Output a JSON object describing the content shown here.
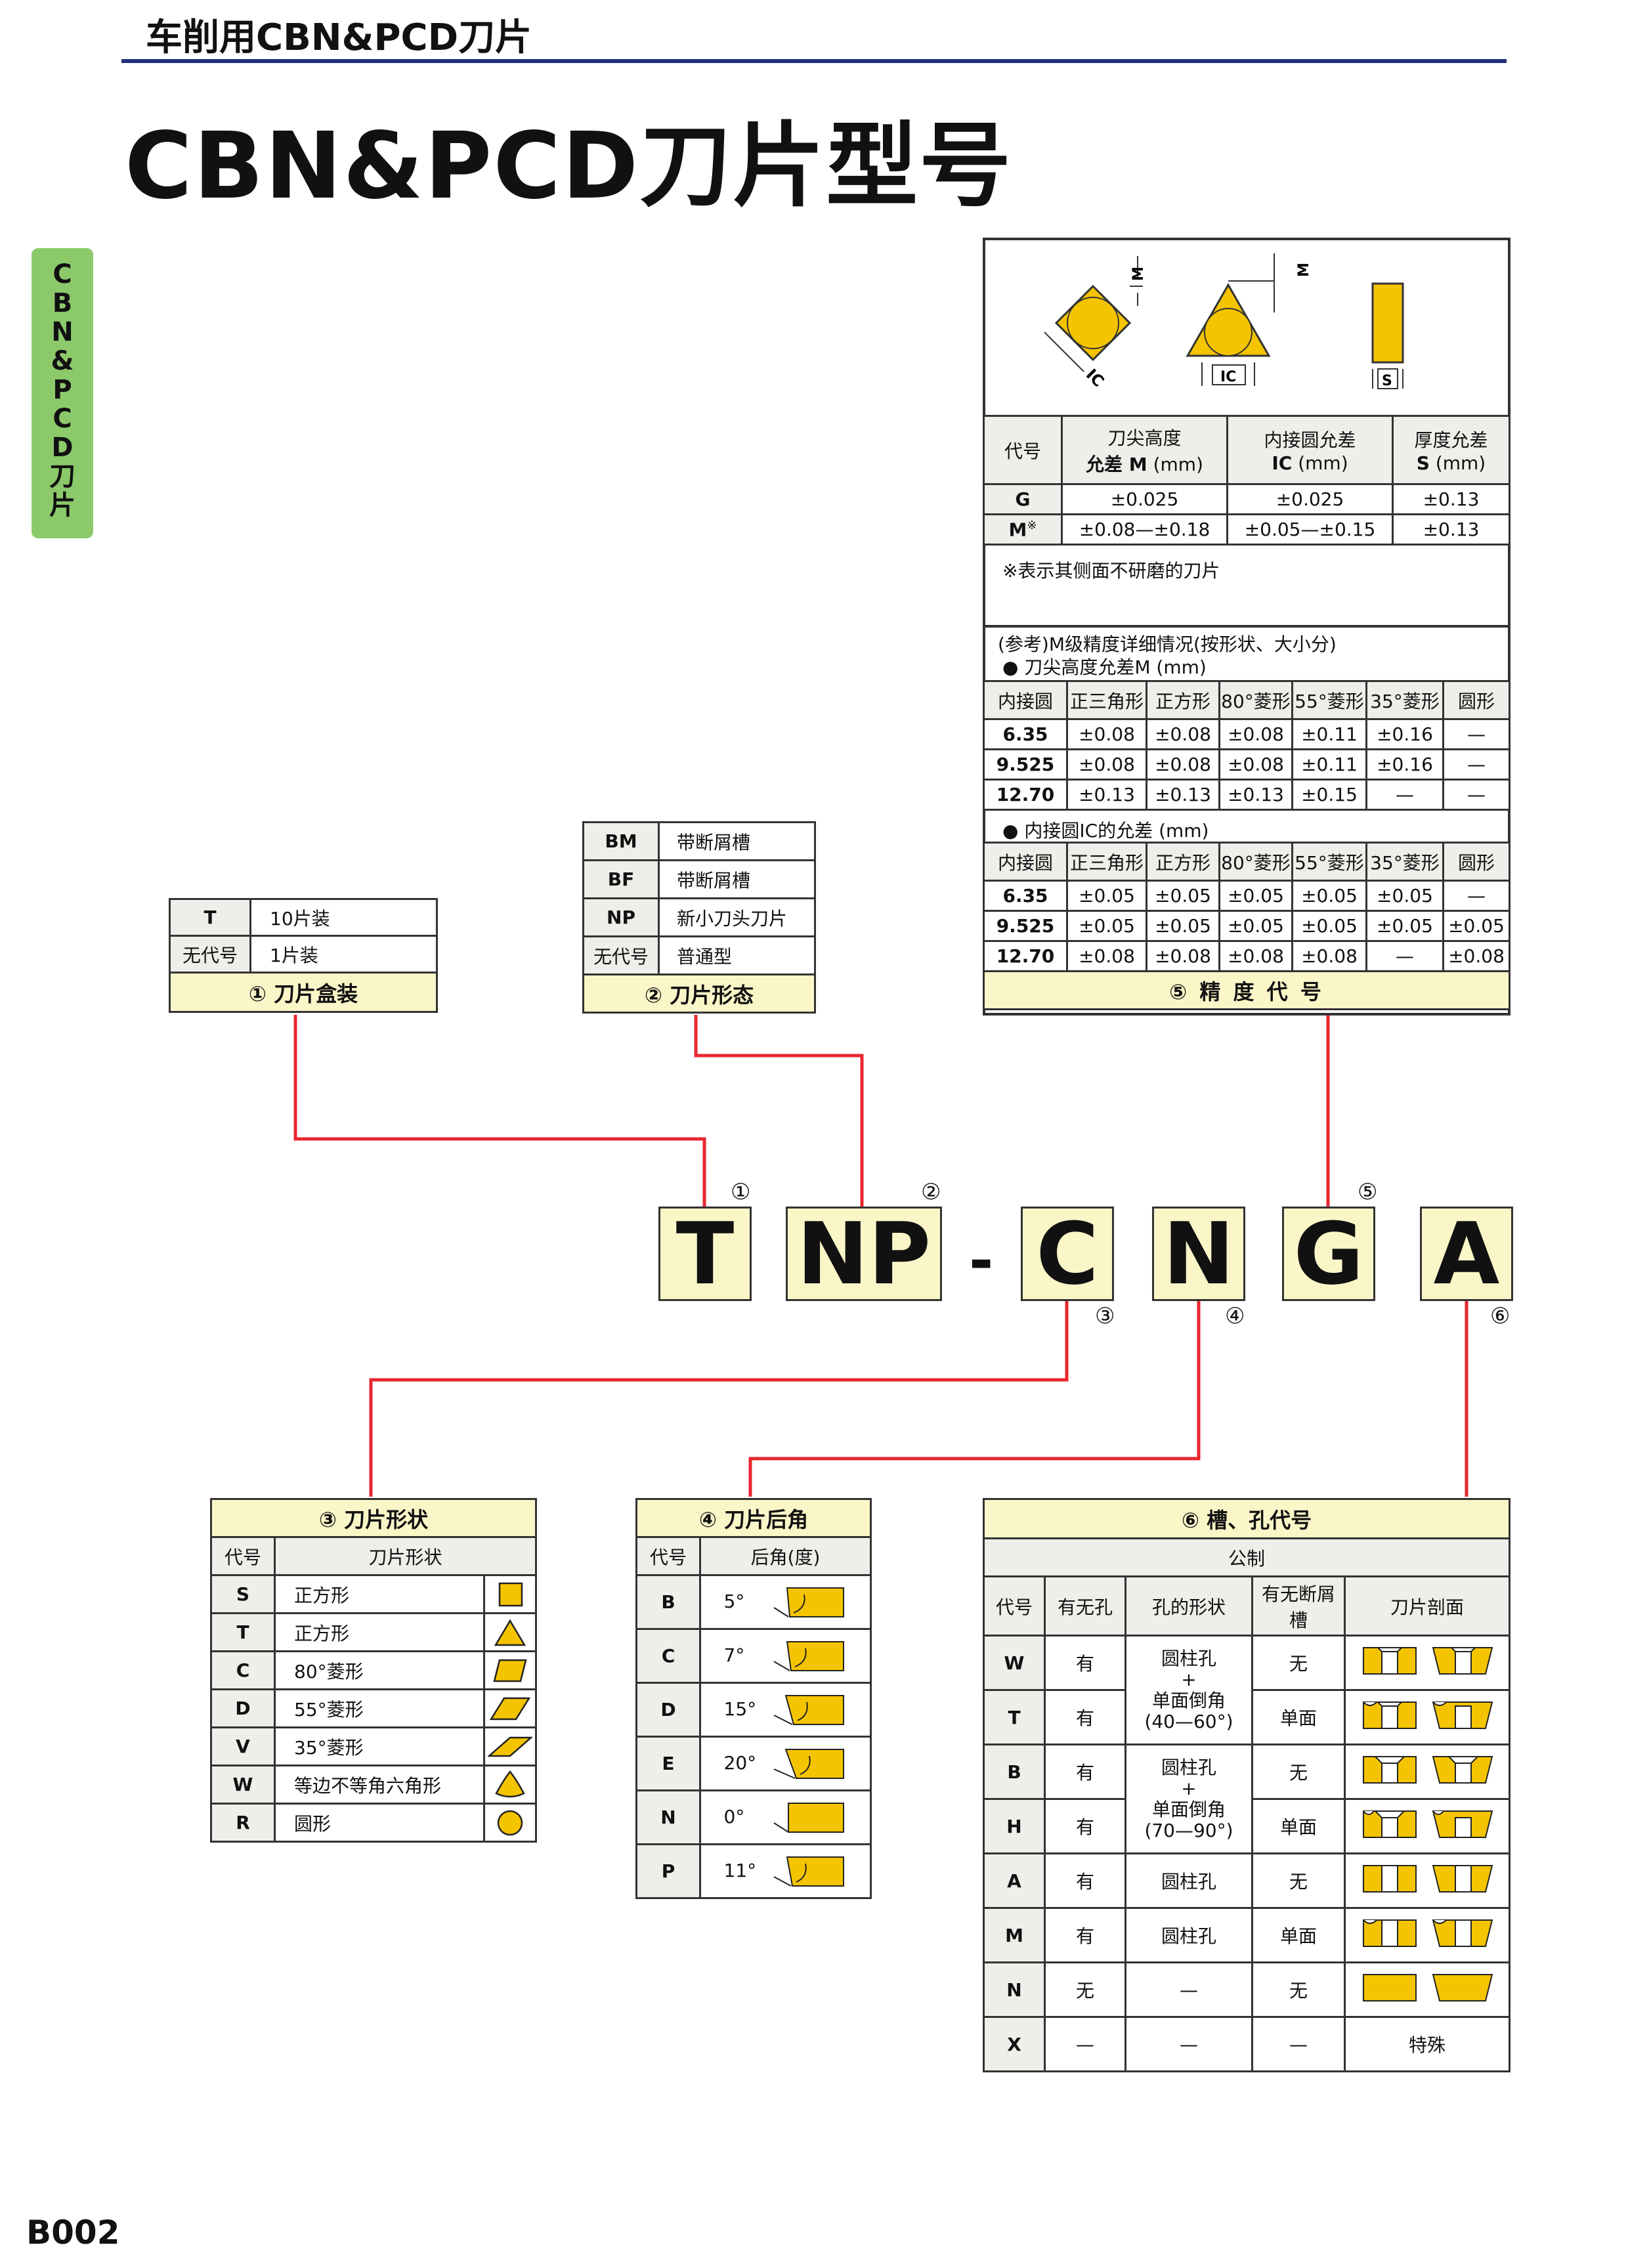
{
  "header": {
    "category": "车削用CBN&PCD刀片",
    "title": "CBN&PCD刀片型号"
  },
  "side_tab": [
    "C",
    "B",
    "N",
    "&",
    "P",
    "C",
    "D",
    "刀",
    "片"
  ],
  "page_number": "B002",
  "code": {
    "parts": [
      "T",
      "NP",
      "-",
      "C",
      "N",
      "G",
      "A"
    ],
    "markers": [
      "①",
      "②",
      "③",
      "④",
      "⑤",
      "⑥"
    ]
  },
  "packaging": {
    "title": "① 刀片盒装",
    "rows": [
      {
        "code": "T",
        "desc": "10片装"
      },
      {
        "code": "无代号",
        "desc": "1片装"
      }
    ]
  },
  "form": {
    "title": "② 刀片形态",
    "rows": [
      {
        "code": "BM",
        "desc": "带断屑槽"
      },
      {
        "code": "BF",
        "desc": "带断屑槽"
      },
      {
        "code": "NP",
        "desc": "新小刀头刀片"
      },
      {
        "code": "无代号",
        "desc": "普通型"
      }
    ]
  },
  "precision": {
    "title": "⑤ 精 度 代 号",
    "diagram_labels": {
      "m": "M",
      "ic": "IC",
      "s": "S"
    },
    "header": {
      "code": "代号",
      "m_line1": "刀尖高度",
      "m_line2": "允差 M",
      "m_unit": "(mm)",
      "ic_line1": "内接圆允差",
      "ic_line2": "IC",
      "ic_unit": "(mm)",
      "s_line1": "厚度允差",
      "s_line2": "S",
      "s_unit": "(mm)"
    },
    "rows": [
      {
        "code": "G",
        "mark": "",
        "m": "±0.025",
        "ic": "±0.025",
        "s": "±0.13"
      },
      {
        "code": "M",
        "mark": "※",
        "m": "±0.08—±0.18",
        "ic": "±0.05—±0.15",
        "s": "±0.13"
      }
    ],
    "footnote": "※表示其侧面不研磨的刀片",
    "ref_title": "(参考)M级精度详细情况(按形状、大小分)",
    "m_sub": {
      "label": "● 刀尖高度允差M",
      "unit": "(mm)"
    },
    "ic_sub": {
      "label": "● 内接圆IC的允差",
      "unit": "(mm)"
    },
    "columns": [
      "内接圆",
      "正三角形",
      "正方形",
      "80°菱形",
      "55°菱形",
      "35°菱形",
      "圆形"
    ],
    "m_rows": [
      [
        "6.35",
        "±0.08",
        "±0.08",
        "±0.08",
        "±0.11",
        "±0.16",
        "—"
      ],
      [
        "9.525",
        "±0.08",
        "±0.08",
        "±0.08",
        "±0.11",
        "±0.16",
        "—"
      ],
      [
        "12.70",
        "±0.13",
        "±0.13",
        "±0.13",
        "±0.15",
        "—",
        "—"
      ]
    ],
    "ic_rows": [
      [
        "6.35",
        "±0.05",
        "±0.05",
        "±0.05",
        "±0.05",
        "±0.05",
        "—"
      ],
      [
        "9.525",
        "±0.05",
        "±0.05",
        "±0.05",
        "±0.05",
        "±0.05",
        "±0.05"
      ],
      [
        "12.70",
        "±0.08",
        "±0.08",
        "±0.08",
        "±0.08",
        "—",
        "±0.08"
      ]
    ]
  },
  "shape": {
    "title": "③ 刀片形状",
    "header": {
      "code": "代号",
      "shape": "刀片形状"
    },
    "rows": [
      {
        "code": "S",
        "desc": "正方形",
        "icon": "square-icon"
      },
      {
        "code": "T",
        "desc": "正方形",
        "icon": "triangle-icon"
      },
      {
        "code": "C",
        "desc": "80°菱形",
        "icon": "rhombus-80-icon"
      },
      {
        "code": "D",
        "desc": "55°菱形",
        "icon": "rhombus-55-icon"
      },
      {
        "code": "V",
        "desc": "35°菱形",
        "icon": "rhombus-35-icon"
      },
      {
        "code": "W",
        "desc": "等边不等角六角形",
        "icon": "trigon-icon"
      },
      {
        "code": "R",
        "desc": "圆形",
        "icon": "circle-icon"
      }
    ]
  },
  "clearance": {
    "title": "④ 刀片后角",
    "header": {
      "code": "代号",
      "angle": "后角(度)"
    },
    "rows": [
      {
        "code": "B",
        "angle": "5°"
      },
      {
        "code": "C",
        "angle": "7°"
      },
      {
        "code": "D",
        "angle": "15°"
      },
      {
        "code": "E",
        "angle": "20°"
      },
      {
        "code": "N",
        "angle": "0°"
      },
      {
        "code": "P",
        "angle": "11°"
      }
    ]
  },
  "hole": {
    "title": "⑥ 槽、孔代号",
    "subheader": "公制",
    "header": {
      "code": "代号",
      "hole": "有无孔",
      "hole_shape": "孔的形状",
      "breaker": "有无断屑槽",
      "section": "刀片剖面"
    },
    "rows": [
      {
        "code": "W",
        "hole": "有",
        "breaker": "无",
        "section": ""
      },
      {
        "code": "T",
        "hole": "有",
        "breaker": "单面",
        "section": ""
      },
      {
        "code": "B",
        "hole": "有",
        "breaker": "无",
        "section": ""
      },
      {
        "code": "H",
        "hole": "有",
        "breaker": "单面",
        "section": ""
      },
      {
        "code": "A",
        "hole": "有",
        "breaker": "无",
        "section": ""
      },
      {
        "code": "M",
        "hole": "有",
        "breaker": "单面",
        "section": ""
      },
      {
        "code": "N",
        "hole": "无",
        "breaker": "无",
        "section": ""
      },
      {
        "code": "X",
        "hole": "—",
        "breaker": "—",
        "section": "特殊"
      }
    ],
    "shapes": {
      "wt": [
        "圆柱孔",
        "+",
        "单面倒角",
        "(40—60°)"
      ],
      "bh": [
        "圆柱孔",
        "+",
        "单面倒角",
        "(70—90°)"
      ],
      "a": "圆柱孔",
      "m": "圆柱孔",
      "n": "—",
      "x": "—"
    }
  },
  "colors": {
    "insert_yellow": "#f5c400",
    "connector_red": "#e8272f",
    "header_yellow": "#fbf6c8",
    "rule_blue": "#1f2f7a",
    "tab_green": "#8cc96b"
  }
}
